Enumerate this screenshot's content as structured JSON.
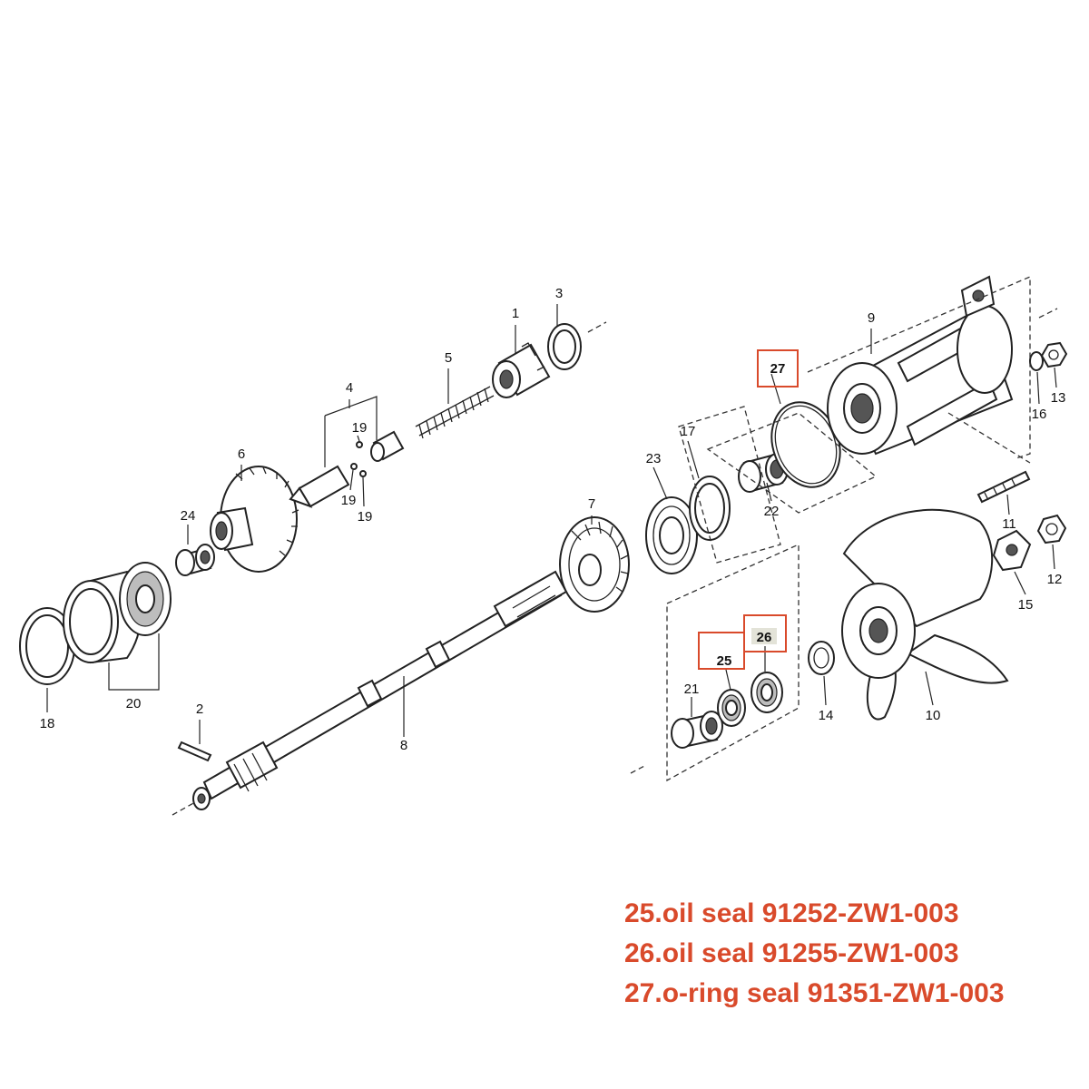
{
  "colors": {
    "highlight": "#d94a2b",
    "ink": "#222222",
    "highlight_fill_26": "#e3e3d8"
  },
  "callouts": [
    {
      "id": "c1",
      "text": "1"
    },
    {
      "id": "c2",
      "text": "2"
    },
    {
      "id": "c3",
      "text": "3"
    },
    {
      "id": "c4",
      "text": "4"
    },
    {
      "id": "c5",
      "text": "5"
    },
    {
      "id": "c6",
      "text": "6"
    },
    {
      "id": "c7",
      "text": "7"
    },
    {
      "id": "c8",
      "text": "8"
    },
    {
      "id": "c9",
      "text": "9"
    },
    {
      "id": "c10",
      "text": "10"
    },
    {
      "id": "c11",
      "text": "11"
    },
    {
      "id": "c12",
      "text": "12"
    },
    {
      "id": "c13",
      "text": "13"
    },
    {
      "id": "c14",
      "text": "14"
    },
    {
      "id": "c15",
      "text": "15"
    },
    {
      "id": "c16",
      "text": "16"
    },
    {
      "id": "c17",
      "text": "17"
    },
    {
      "id": "c18",
      "text": "18"
    },
    {
      "id": "c19a",
      "text": "19"
    },
    {
      "id": "c19b",
      "text": "19"
    },
    {
      "id": "c19c",
      "text": "19"
    },
    {
      "id": "c20",
      "text": "20"
    },
    {
      "id": "c21",
      "text": "21"
    },
    {
      "id": "c22",
      "text": "22"
    },
    {
      "id": "c23",
      "text": "23"
    },
    {
      "id": "c24",
      "text": "24"
    },
    {
      "id": "c25",
      "text": "25"
    },
    {
      "id": "c26",
      "text": "26"
    },
    {
      "id": "c27",
      "text": "27"
    }
  ],
  "legend": [
    {
      "number": "25",
      "text": "25.oil seal 91252-ZW1-003"
    },
    {
      "number": "26",
      "text": "26.oil seal 91255-ZW1-003"
    },
    {
      "number": "27",
      "text": "27.o-ring seal 91351-ZW1-003"
    }
  ]
}
